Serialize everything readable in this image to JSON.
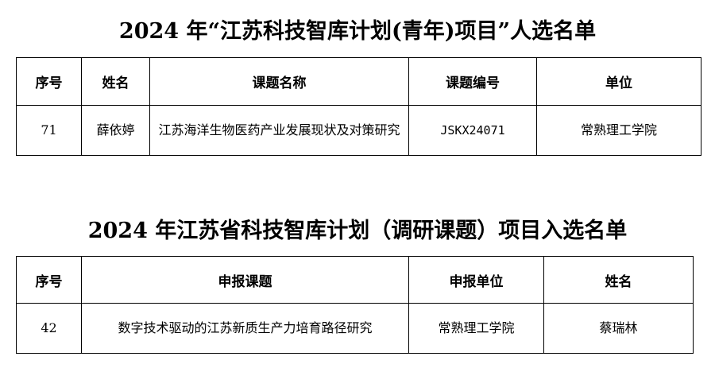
{
  "section1": {
    "title": "2024 年“江苏科技智库计划(青年)项目”人选名单",
    "headers": [
      "序号",
      "姓名",
      "课题名称",
      "课题编号",
      "单位"
    ],
    "row": {
      "no": "71",
      "name": "薛依婷",
      "topic": "江苏海洋生物医药产业发展现状及对策研究",
      "code": "JSKX24071",
      "unit": "常熟理工学院"
    }
  },
  "section2": {
    "title": "2024 年江苏省科技智库计划（调研课题）项目入选名单",
    "headers": [
      "序号",
      "申报课题",
      "申报单位",
      "姓名"
    ],
    "row": {
      "no": "42",
      "topic": "数字技术驱动的江苏新质生产力培育路径研究",
      "unit": "常熟理工学院",
      "name": "蔡瑞林"
    }
  }
}
